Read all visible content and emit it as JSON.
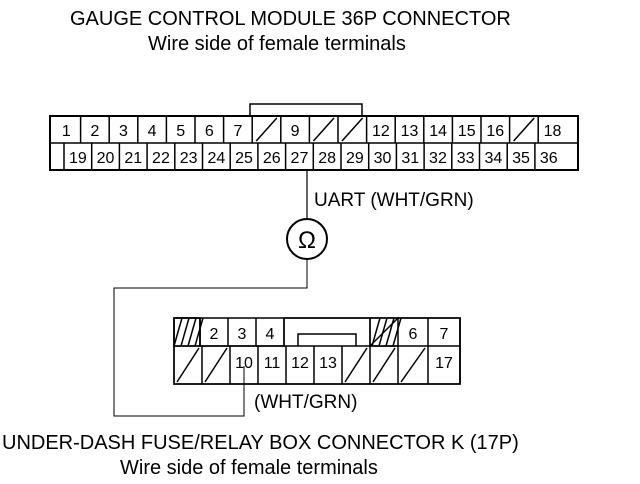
{
  "top_connector": {
    "title": "GAUGE CONTROL MODULE 36P CONNECTOR",
    "subtitle": "Wire side of female terminals",
    "row1": [
      "1",
      "2",
      "3",
      "4",
      "5",
      "6",
      "7",
      "/",
      "9",
      "/",
      "/",
      "12",
      "13",
      "14",
      "15",
      "16",
      "/",
      "18"
    ],
    "row2": [
      "",
      "19",
      "20",
      "21",
      "22",
      "23",
      "24",
      "25",
      "26",
      "27",
      "28",
      "29",
      "30",
      "31",
      "32",
      "33",
      "34",
      "35",
      "36"
    ],
    "probe_label": "UART (WHT/GRN)"
  },
  "meter": {
    "symbol": "Ω"
  },
  "bottom_connector": {
    "title": "UNDER-DASH FUSE/RELAY BOX CONNECTOR K (17P)",
    "subtitle": "Wire side of female terminals",
    "row1": [
      "",
      "2",
      "3",
      "4",
      "",
      "",
      "",
      "",
      "6",
      "7"
    ],
    "row2": [
      "/",
      "/",
      "10",
      "11",
      "12",
      "13",
      "/",
      "/",
      "/",
      "17"
    ],
    "probe_label": "(WHT/GRN)"
  },
  "colors": {
    "line": "#000000",
    "background": "#ffffff"
  }
}
